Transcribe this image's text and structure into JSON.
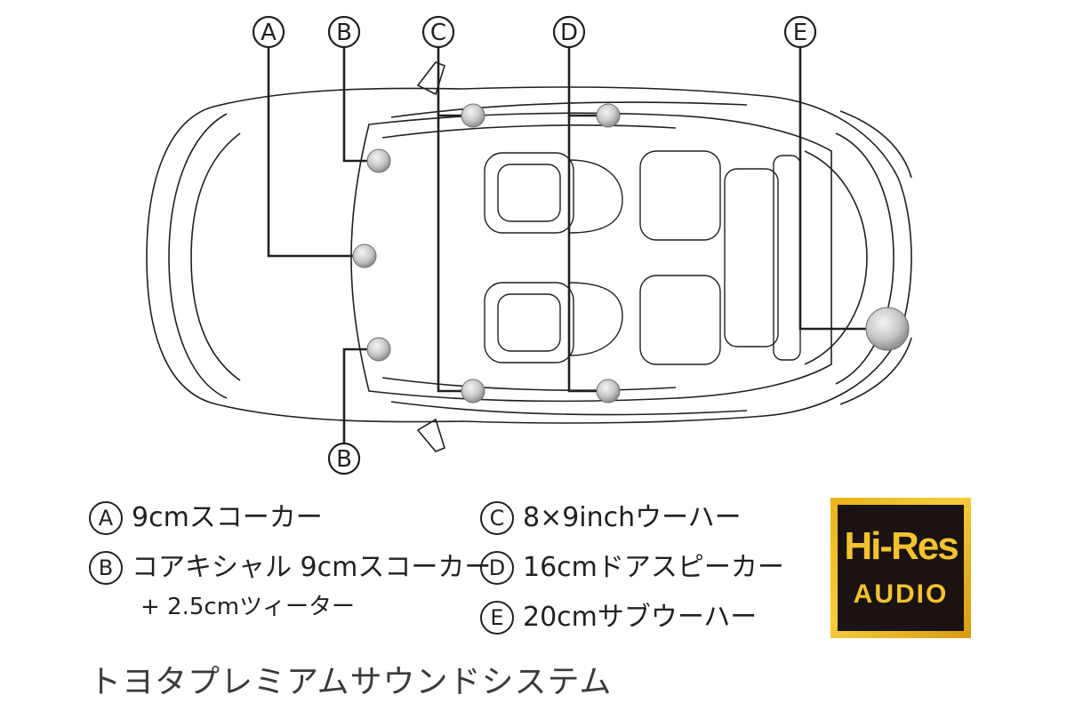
{
  "callouts": {
    "A": "A",
    "B": "B",
    "C": "C",
    "D": "D",
    "E": "E"
  },
  "legend": {
    "a": {
      "badge": "A",
      "text": "9cmスコーカー"
    },
    "b": {
      "badge": "B",
      "text": "コアキシャル 9cmスコーカー",
      "text2": "+ 2.5cmツィーター"
    },
    "c": {
      "badge": "C",
      "text": "8×9inchウーハー"
    },
    "d": {
      "badge": "D",
      "text": "16cmドアスピーカー"
    },
    "e": {
      "badge": "E",
      "text": "20cmサブウーハー"
    }
  },
  "system_title": "トヨタプレミアムサウンドシステム",
  "hires_badge": {
    "line1": "Hi-Res",
    "line2": "AUDIO"
  },
  "colors": {
    "speaker": "#c8c8c8",
    "outline": "#231f20",
    "badge_gold": "#f2c230",
    "badge_dark": "#1a1311"
  }
}
